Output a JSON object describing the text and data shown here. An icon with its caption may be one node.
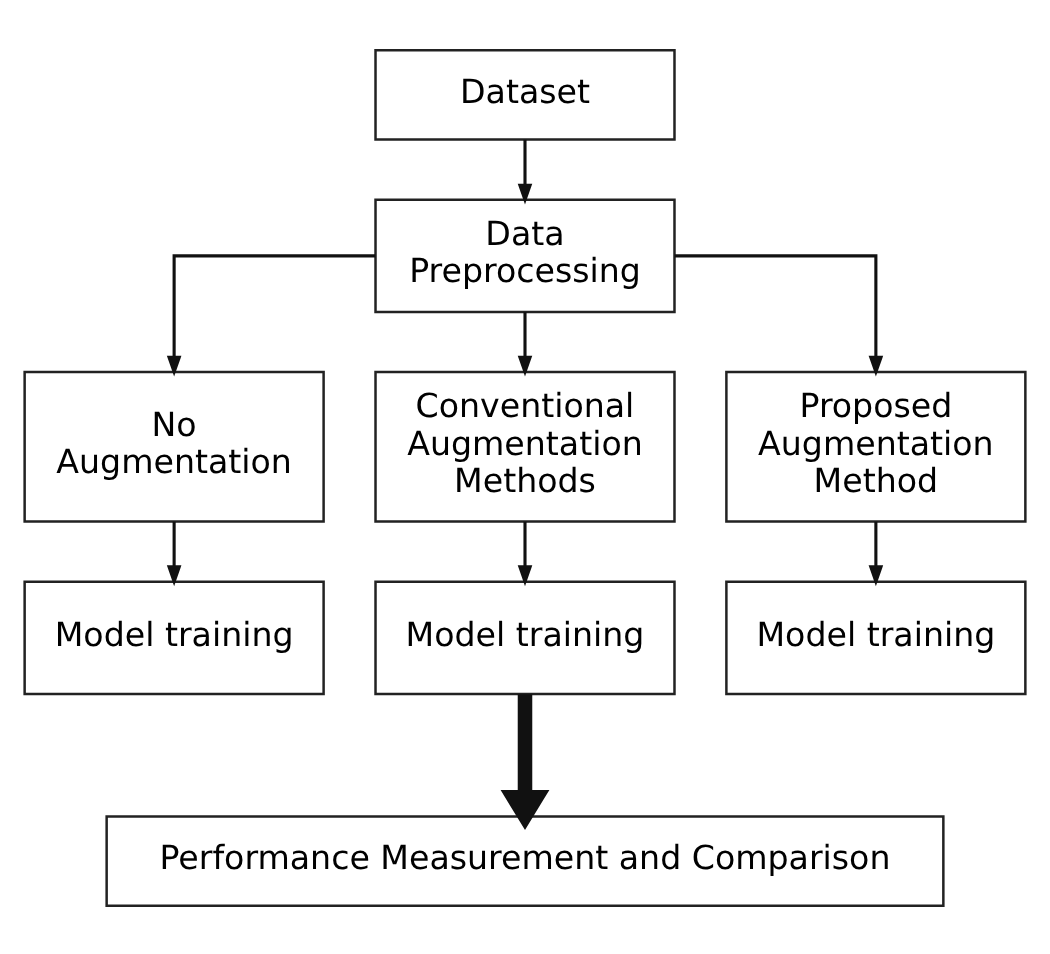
{
  "diagram": {
    "nodes": [
      {
        "text": [
          "Dataset"
        ]
      },
      {
        "text": [
          "Data Preprocessing"
        ]
      },
      {
        "text": [
          "No Augmentation"
        ]
      },
      {
        "text": [
          "Conventional Augmentation Methods"
        ]
      },
      {
        "text": [
          "Proposed Augmentation Method"
        ]
      },
      {
        "text": [
          "Model training"
        ]
      },
      {
        "text": [
          "Model training"
        ]
      },
      {
        "text": [
          "Model training"
        ]
      },
      {
        "text": [
          "Performance Measurement and Comparison"
        ]
      }
    ],
    "edges": [
      {
        "from": 0,
        "to": 1,
        "arrow": "to"
      },
      {
        "from": 1,
        "to": 2,
        "arrow": "to"
      },
      {
        "from": 1,
        "to": 3,
        "arrow": "to"
      },
      {
        "from": 1,
        "to": 4,
        "arrow": "to"
      },
      {
        "from": 2,
        "to": 5,
        "arrow": "to"
      },
      {
        "from": 3,
        "to": 6,
        "arrow": "to"
      },
      {
        "from": 4,
        "to": 7,
        "arrow": "to"
      },
      {
        "from": 6,
        "to": 8,
        "arrow": "to",
        "style": "thick"
      }
    ]
  }
}
